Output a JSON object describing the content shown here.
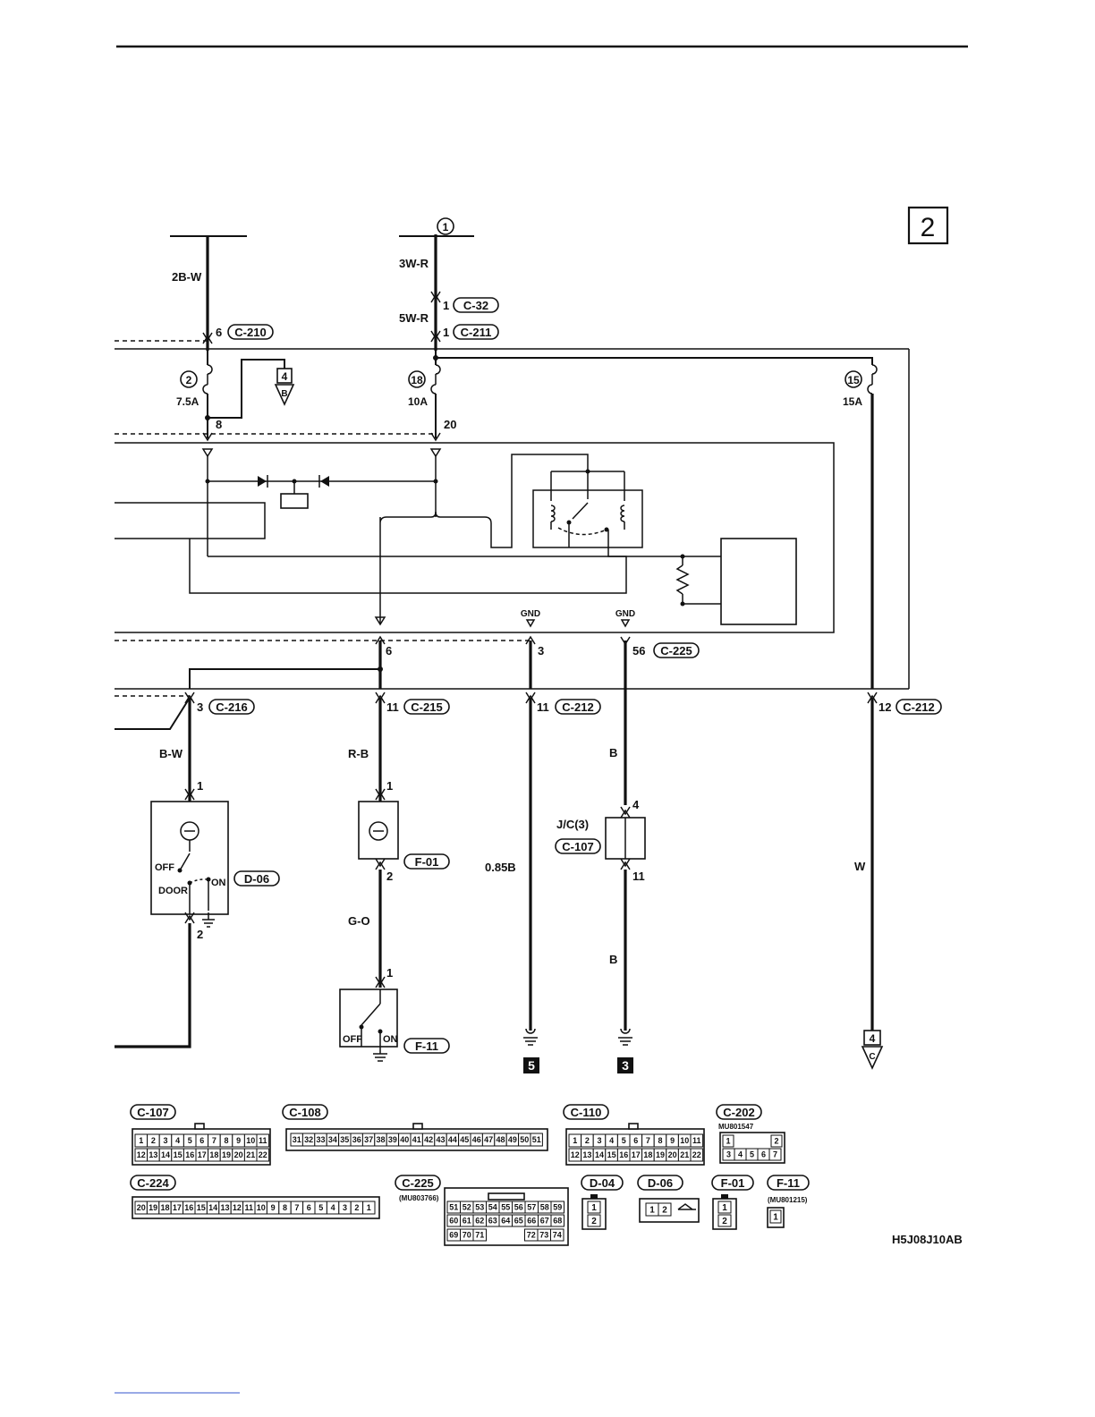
{
  "page_number": "2",
  "diagram_code": "H5J08J10AB",
  "circle_ref": "1",
  "wires": {
    "w_2b_w": "2B-W",
    "w_3w_r": "3W-R",
    "w_5w_r": "5W-R",
    "w_b_w": "B-W",
    "w_r_b": "R-B",
    "w_g_o": "G-O",
    "w_085b": "0.85B",
    "w_b1": "B",
    "w_b2": "B",
    "w_w": "W"
  },
  "fuses": [
    {
      "number": "2",
      "rating": "7.5A"
    },
    {
      "number": "18",
      "rating": "10A"
    },
    {
      "number": "15",
      "rating": "15A"
    }
  ],
  "connectors": {
    "c210": {
      "pin": "6",
      "label": "C-210"
    },
    "c32": {
      "pin": "1",
      "label": "C-32"
    },
    "c211": {
      "pin": "1",
      "label": "C-211"
    },
    "c225": {
      "pin": "56",
      "label": "C-225"
    },
    "c216": {
      "pin": "3",
      "label": "C-216"
    },
    "c215": {
      "pin": "11",
      "label": "C-215"
    },
    "c212a": {
      "pin": "11",
      "label": "C-212"
    },
    "c212b": {
      "pin": "12",
      "label": "C-212"
    },
    "d06": {
      "label": "D-06"
    },
    "f01": {
      "label": "F-01"
    },
    "f11": {
      "label": "F-11"
    },
    "c107": {
      "label": "C-107"
    }
  },
  "pins": {
    "p8": "8",
    "p20": "20",
    "p6": "6",
    "p3": "3",
    "d06_1": "1",
    "d06_2": "2",
    "f01_1": "1",
    "f01_2": "2",
    "f11_1": "1",
    "jc_4": "4",
    "jc_11": "11"
  },
  "gnd_labels": [
    "GND",
    "GND"
  ],
  "ref_tags": [
    {
      "num": "4",
      "letter": "B"
    },
    {
      "num": "4",
      "letter": "C"
    }
  ],
  "ground_refs": [
    "5",
    "3"
  ],
  "jc_label": "J/C(3)",
  "switch_labels": {
    "off1": "OFF",
    "door": "DOOR",
    "on1": "ON",
    "off2": "OFF",
    "on2": "ON"
  },
  "legend": {
    "c107": {
      "label": "C-107",
      "row1": [
        "1",
        "2",
        "3",
        "4",
        "5",
        "6",
        "7",
        "8",
        "9",
        "10",
        "11"
      ],
      "row2": [
        "12",
        "13",
        "14",
        "15",
        "16",
        "17",
        "18",
        "19",
        "20",
        "21",
        "22"
      ]
    },
    "c108": {
      "label": "C-108",
      "row1": [
        "31",
        "32",
        "33",
        "34",
        "35",
        "36",
        "37",
        "38",
        "39",
        "40",
        "41",
        "42",
        "43",
        "44",
        "45",
        "46",
        "47",
        "48",
        "49",
        "50",
        "51"
      ]
    },
    "c110": {
      "label": "C-110",
      "row1": [
        "1",
        "2",
        "3",
        "4",
        "5",
        "6",
        "7",
        "8",
        "9",
        "10",
        "11"
      ],
      "row2": [
        "12",
        "13",
        "14",
        "15",
        "16",
        "17",
        "18",
        "19",
        "20",
        "21",
        "22"
      ]
    },
    "c202": {
      "label": "C-202",
      "part": "MU801547",
      "row1": [
        "1",
        "2"
      ],
      "row2": [
        "3",
        "4",
        "5",
        "6",
        "7"
      ]
    },
    "c224": {
      "label": "C-224",
      "row1": [
        "20",
        "19",
        "18",
        "17",
        "16",
        "15",
        "14",
        "13",
        "12",
        "11",
        "10",
        "9",
        "8",
        "7",
        "6",
        "5",
        "4",
        "3",
        "2",
        "1"
      ]
    },
    "c225": {
      "label": "C-225",
      "part": "(MU803766)",
      "row1": [
        "51",
        "52",
        "53",
        "54",
        "55",
        "56",
        "57",
        "58",
        "59"
      ],
      "row2": [
        "60",
        "61",
        "62",
        "63",
        "64",
        "65",
        "66",
        "67",
        "68"
      ],
      "row3": [
        "69",
        "70",
        "71",
        "72",
        "73",
        "74"
      ]
    },
    "d04": {
      "label": "D-04",
      "pins": [
        "1",
        "2"
      ]
    },
    "d06": {
      "label": "D-06",
      "pins": [
        "1",
        "2"
      ]
    },
    "f01": {
      "label": "F-01",
      "pins": [
        "1",
        "2"
      ]
    },
    "f11": {
      "label": "F-11",
      "part": "(MU801215)",
      "pins": [
        "1"
      ]
    }
  }
}
